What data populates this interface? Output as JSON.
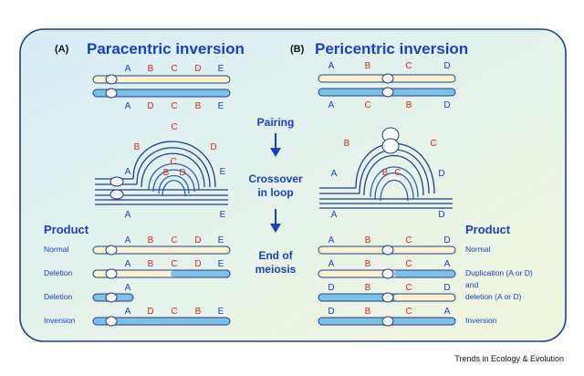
{
  "panels": {
    "a": {
      "letter": "(A)",
      "title": "Paracentric inversion"
    },
    "b": {
      "letter": "(B)",
      "title": "Pericentric inversion"
    }
  },
  "colors": {
    "blue_text": "#1a3fc4",
    "red_text": "#d42a1f",
    "cream": "#fbf3cf",
    "chrom_blue": "#7fc1e4"
  },
  "labels": {
    "a_pair_top": [
      "A",
      "B",
      "C",
      "D",
      "E"
    ],
    "a_pair_bottom": [
      "A",
      "D",
      "C",
      "B",
      "E"
    ],
    "a_loop_outer": [
      "C",
      "B",
      "D"
    ],
    "a_loop_inner": [
      "C",
      "B",
      "D"
    ],
    "a_loop_left": "A",
    "a_loop_right": "E",
    "a_loop_bottom_left": "A",
    "a_loop_bottom_right": "E",
    "b_pair_top": [
      "A",
      "B",
      "C",
      "D"
    ],
    "b_pair_bottom": [
      "A",
      "C",
      "B",
      "D"
    ],
    "b_loop_outer_left": "B",
    "b_loop_outer_right": "C",
    "b_loop_inner": [
      "B",
      "C"
    ],
    "b_loop_left": "A",
    "b_loop_right": "D",
    "b_loop_bottom_left": "A",
    "b_loop_bottom_right": "D"
  },
  "steps": {
    "pairing": "Pairing",
    "crossover_1": "Crossover",
    "crossover_2": "in loop",
    "end_1": "End of",
    "end_2": "meiosis"
  },
  "products": {
    "a": {
      "heading": "Product",
      "rows": [
        {
          "label": "Normal",
          "genes": [
            "A",
            "B",
            "C",
            "D",
            "E"
          ]
        },
        {
          "label": "Deletion",
          "genes": [
            "A",
            "B",
            "C",
            "D",
            "E"
          ]
        },
        {
          "label": "Deletion",
          "genes": [
            "A"
          ]
        },
        {
          "label": "Inversion",
          "genes": [
            "A",
            "D",
            "C",
            "B",
            "E"
          ]
        }
      ]
    },
    "b": {
      "heading": "Product",
      "rows": [
        {
          "label": "Normal",
          "genes": [
            "A",
            "B",
            "C",
            "D"
          ]
        },
        {
          "label_lines": [
            "Duplication (A or D)",
            "and",
            "deletion (A or D)"
          ],
          "genes_top": [
            "A",
            "B",
            "C",
            "A"
          ],
          "genes_bottom": [
            "D",
            "B",
            "C",
            "D"
          ]
        },
        {
          "label": "Inversion",
          "genes": [
            "D",
            "B",
            "C",
            "A"
          ]
        }
      ]
    }
  },
  "credit": "Trends in Ecology & Evolution"
}
